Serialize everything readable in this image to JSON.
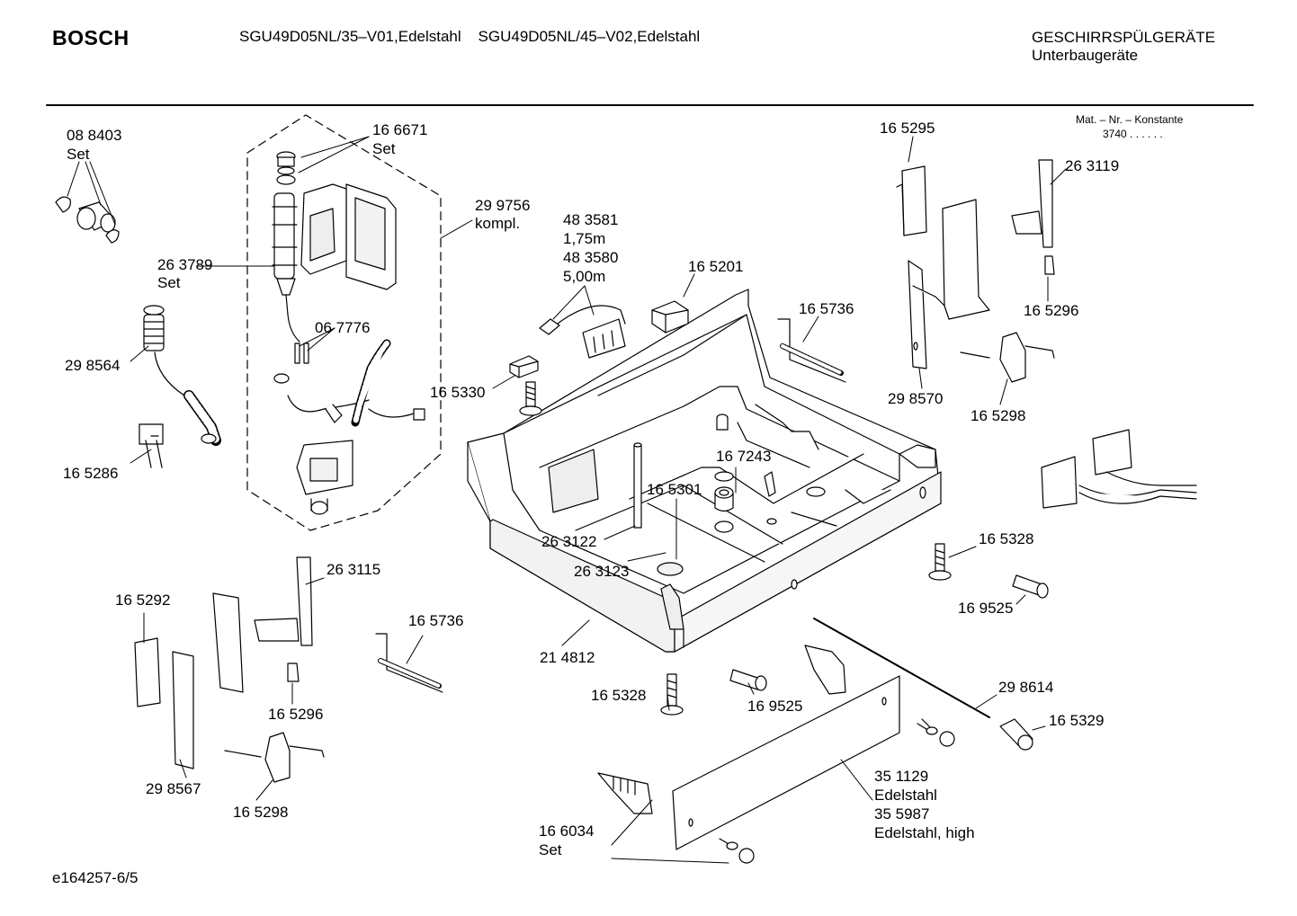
{
  "header": {
    "brand": "BOSCH",
    "models": "SGU49D05NL/35–V01,Edelstahl    SGU49D05NL/45–V02,Edelstahl",
    "category": "GESCHIRRSPÜLGERÄTE",
    "subcategory": "Unterbaugeräte",
    "constant_label": "Mat. – Nr. – Konstante",
    "constant_value": "3740 . . . . . ."
  },
  "footer": {
    "doc_id": "e164257-6/5"
  },
  "labels": [
    {
      "id": "l01",
      "text": "08 8403"
    },
    {
      "id": "l02",
      "text": "Set"
    },
    {
      "id": "l03",
      "text": "16 6671"
    },
    {
      "id": "l04",
      "text": "Set"
    },
    {
      "id": "l05",
      "text": "29 9756"
    },
    {
      "id": "l06",
      "text": "kompl."
    },
    {
      "id": "l07",
      "text": "26 3789"
    },
    {
      "id": "l08",
      "text": "Set"
    },
    {
      "id": "l09",
      "text": "06 7776"
    },
    {
      "id": "l10",
      "text": "29 8564"
    },
    {
      "id": "l11",
      "text": "16 5286"
    },
    {
      "id": "l12",
      "text": "48 3581"
    },
    {
      "id": "l13",
      "text": "1,75m"
    },
    {
      "id": "l14",
      "text": "48 3580"
    },
    {
      "id": "l15",
      "text": "5,00m"
    },
    {
      "id": "l16",
      "text": "16 5201"
    },
    {
      "id": "l17",
      "text": "16 5330"
    },
    {
      "id": "l18",
      "text": "16 5736"
    },
    {
      "id": "l19",
      "text": "16 5295"
    },
    {
      "id": "l20",
      "text": "26 3119"
    },
    {
      "id": "l21",
      "text": "16 5296"
    },
    {
      "id": "l22",
      "text": "29 8570"
    },
    {
      "id": "l23",
      "text": "16 5298"
    },
    {
      "id": "l24",
      "text": "16 7243"
    },
    {
      "id": "l25",
      "text": "16 5301"
    },
    {
      "id": "l26",
      "text": "26 3122"
    },
    {
      "id": "l27",
      "text": "26 3123"
    },
    {
      "id": "l28",
      "text": "16 5328"
    },
    {
      "id": "l29",
      "text": "16 9525"
    },
    {
      "id": "l30",
      "text": "16 5292"
    },
    {
      "id": "l31",
      "text": "26 3115"
    },
    {
      "id": "l32",
      "text": "16 5736"
    },
    {
      "id": "l33",
      "text": "16 5296"
    },
    {
      "id": "l34",
      "text": "29 8567"
    },
    {
      "id": "l35",
      "text": "16 5298"
    },
    {
      "id": "l36",
      "text": "21 4812"
    },
    {
      "id": "l37",
      "text": "16 5328"
    },
    {
      "id": "l38",
      "text": "16 9525"
    },
    {
      "id": "l39",
      "text": "29 8614"
    },
    {
      "id": "l40",
      "text": "16 5329"
    },
    {
      "id": "l41",
      "text": "35 1129"
    },
    {
      "id": "l42",
      "text": "Edelstahl"
    },
    {
      "id": "l43",
      "text": "35 5987"
    },
    {
      "id": "l44",
      "text": "Edelstahl, high"
    },
    {
      "id": "l45",
      "text": "16 6034"
    },
    {
      "id": "l46",
      "text": "Set"
    }
  ]
}
